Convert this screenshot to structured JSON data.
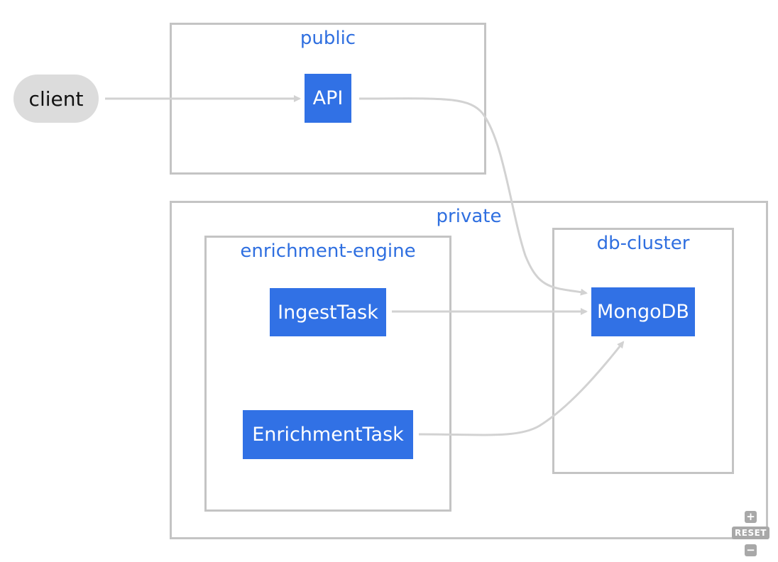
{
  "clusters": {
    "public": {
      "label": "public"
    },
    "private": {
      "label": "private"
    },
    "enrichment_engine": {
      "label": "enrichment-engine"
    },
    "db_cluster": {
      "label": "db-cluster"
    }
  },
  "nodes": {
    "client": {
      "label": "client"
    },
    "api": {
      "label": "API"
    },
    "ingest_task": {
      "label": "IngestTask"
    },
    "enrichment_task": {
      "label": "EnrichmentTask"
    },
    "mongodb": {
      "label": "MongoDB"
    }
  },
  "edges": [
    {
      "from": "client",
      "to": "api"
    },
    {
      "from": "api",
      "to": "mongodb"
    },
    {
      "from": "ingest_task",
      "to": "mongodb"
    },
    {
      "from": "enrichment_task",
      "to": "mongodb"
    }
  ],
  "zoom_controls": {
    "zoom_in_symbol": "+",
    "reset_label": "RESET",
    "zoom_out_symbol": "−"
  },
  "colors": {
    "node_fill": "#3171e5",
    "client_fill": "#dcdcdc",
    "cluster_border": "#c4c4c4",
    "cluster_label": "#2f6fe0",
    "edge": "#d2d2d2"
  }
}
